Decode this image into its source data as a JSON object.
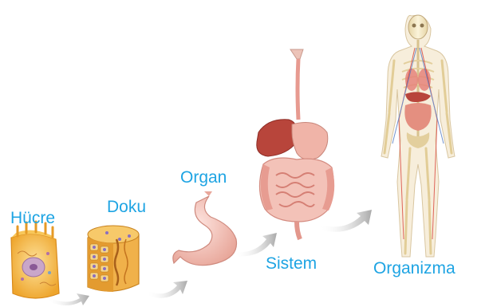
{
  "stages": {
    "cell": "Hücre",
    "tissue": "Doku",
    "organ": "Organ",
    "system": "Sistem",
    "organism": "Organizma"
  },
  "colors": {
    "label": "#1ea4e3",
    "arrow": "#b9b9b9",
    "cell": "#f2b236",
    "tissue": "#e9a83c",
    "stomach": "#f0b4a8",
    "liver": "#b8453b",
    "intestine": "#e7928a",
    "skeleton": "#f1e6c4"
  }
}
